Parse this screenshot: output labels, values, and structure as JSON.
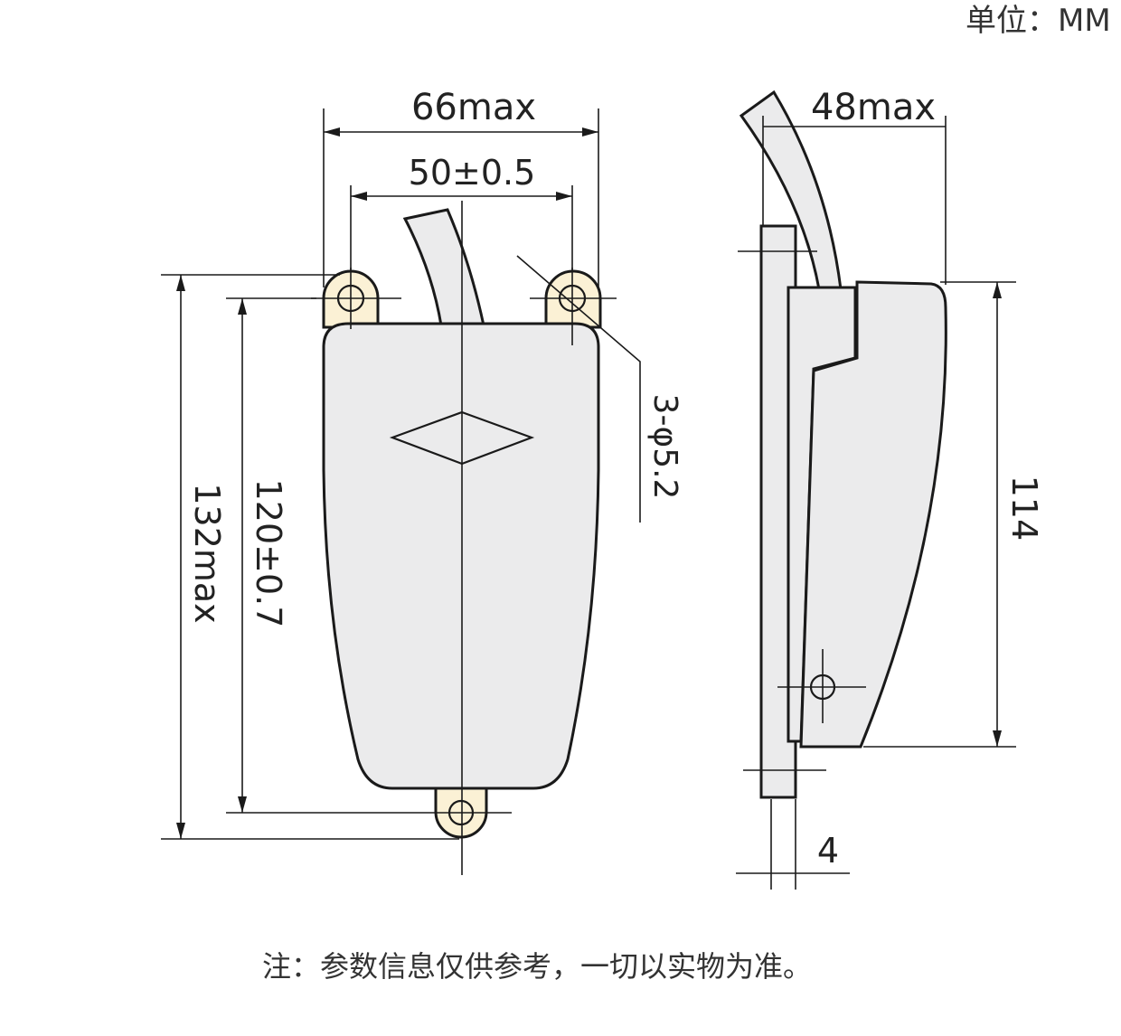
{
  "unit_label": "单位：MM",
  "note": "注：参数信息仅供参考，一切以实物为准。",
  "front_view": {
    "overall_width": "66max",
    "hole_spacing_width": "50±0.5",
    "overall_height": "132max",
    "hole_spacing_height": "120±0.7",
    "hole_callout": "3-φ5.2"
  },
  "side_view": {
    "overall_depth": "48max",
    "body_height": "114",
    "plate_thickness": "4"
  },
  "colors": {
    "body": "#ebebec",
    "mounting_lug": "#fbf1d5",
    "line": "#1a1a1a"
  }
}
